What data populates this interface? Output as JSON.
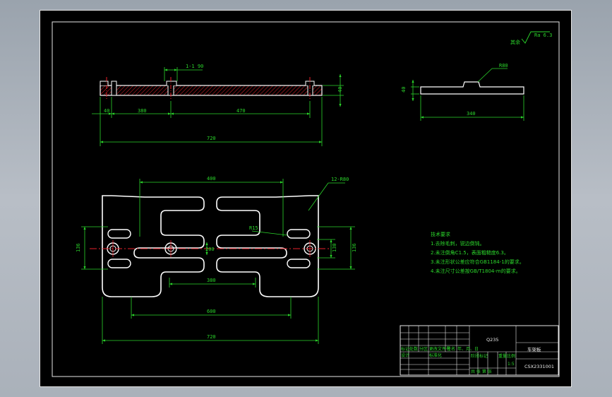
{
  "drawing": {
    "colors": {
      "background": "#000000",
      "outline": "#ffffff",
      "dimension": "#2bd62b",
      "centerline": "#e8202a",
      "hatch": "#e8202a",
      "frame": "#e6e6e6"
    },
    "roughness_note": {
      "prefix": "其余",
      "value": "Ra 6.3"
    },
    "top_section": {
      "dim_top": "1-1 90",
      "dim_height": "40",
      "dim_left": "40",
      "dim_mid": "380",
      "dim_right": "470",
      "dim_total": "720"
    },
    "side_view": {
      "dim_top": "R80",
      "dim_height": "40",
      "dim_width": "340"
    },
    "plan_view": {
      "dim_top": "400",
      "dim_callout": "12-R80",
      "dim_radius": "R15",
      "dim_left_height": "136",
      "dim_center": "200",
      "dim_right_inner": "130",
      "dim_right_outer": "136",
      "dim_slot": "380",
      "dim_inner_width": "600",
      "dim_total": "720"
    },
    "tech_requirements": {
      "title": "技术要求",
      "items": [
        "1.去除毛刺，锐边倒钝。",
        "2.未注倒角C1.5，表面粗糙度6.3。",
        "3.未注形状公差应符合GB1184-1的要求。",
        "4.未注尺寸公差按GB/T1804-m的要求。"
      ]
    },
    "title_block": {
      "material": "Q235",
      "part_name": "车架板",
      "drawing_no": "CSX2331001",
      "row_labels": [
        "标记",
        "处数",
        "分区",
        "更改文件号",
        "签名",
        "年、月、日"
      ],
      "design_label": "设计",
      "standard_label": "标准化",
      "stage_label": "阶段标记",
      "weight_label": "重量",
      "scale_label": "比例",
      "scale_value": "1:5",
      "sheet_label": "共  张  第  张"
    }
  }
}
